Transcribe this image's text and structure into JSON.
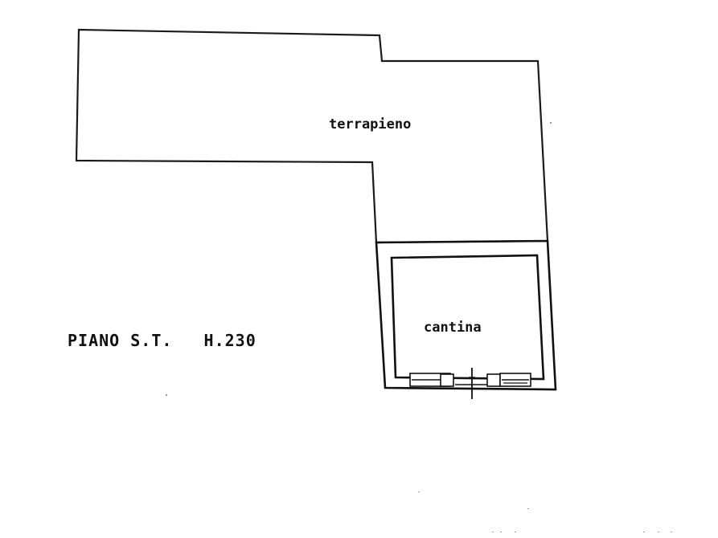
{
  "floor_plan": {
    "floor_label": "PIANO S.T.   H.230",
    "rooms": [
      {
        "id": "terrapieno",
        "label": "terrapieno"
      },
      {
        "id": "cantina",
        "label": "cantina"
      }
    ]
  },
  "colors": {
    "line": "#111111",
    "background": "#ffffff"
  }
}
